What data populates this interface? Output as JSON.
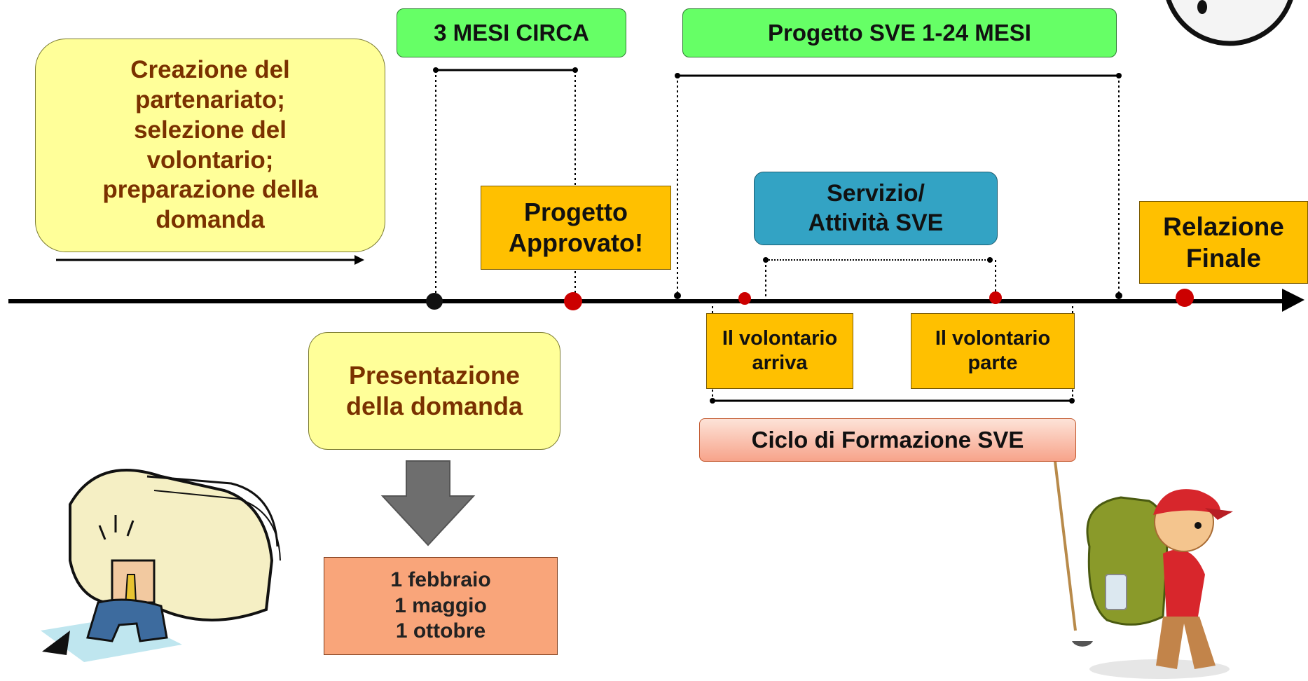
{
  "timeline": {
    "top_left_box": [
      "Creazione del",
      "partenariato;",
      "selezione del",
      "volontario;",
      "preparazione della",
      "domanda"
    ],
    "three_months": "3 MESI CIRCA",
    "project_duration": "Progetto SVE 1-24 MESI",
    "approved": [
      "Progetto",
      "Approvato!"
    ],
    "service": [
      "Servizio/",
      "Attività SVE"
    ],
    "final_report": [
      "Relazione",
      "Finale"
    ],
    "arrives": [
      "Il volontario",
      "arriva"
    ],
    "leaves": [
      "Il volontario",
      "parte"
    ],
    "training_cycle": "Ciclo di Formazione SVE",
    "application": [
      "Presentazione",
      "della domanda"
    ],
    "deadlines": [
      "1 febbraio",
      "1 maggio",
      "1 ottobre"
    ]
  },
  "colors": {
    "green": "#66ff66",
    "light_yellow": "#ffff99",
    "orange": "#ffc000",
    "blue": "#33a3c4",
    "salmon": "#f9a57a",
    "brown_text": "#7a3100",
    "marker_red": "#cc0000"
  },
  "icons": [
    "stopwatch-icon",
    "down-arrow-icon",
    "person-with-folder-illustration",
    "hiker-illustration"
  ]
}
